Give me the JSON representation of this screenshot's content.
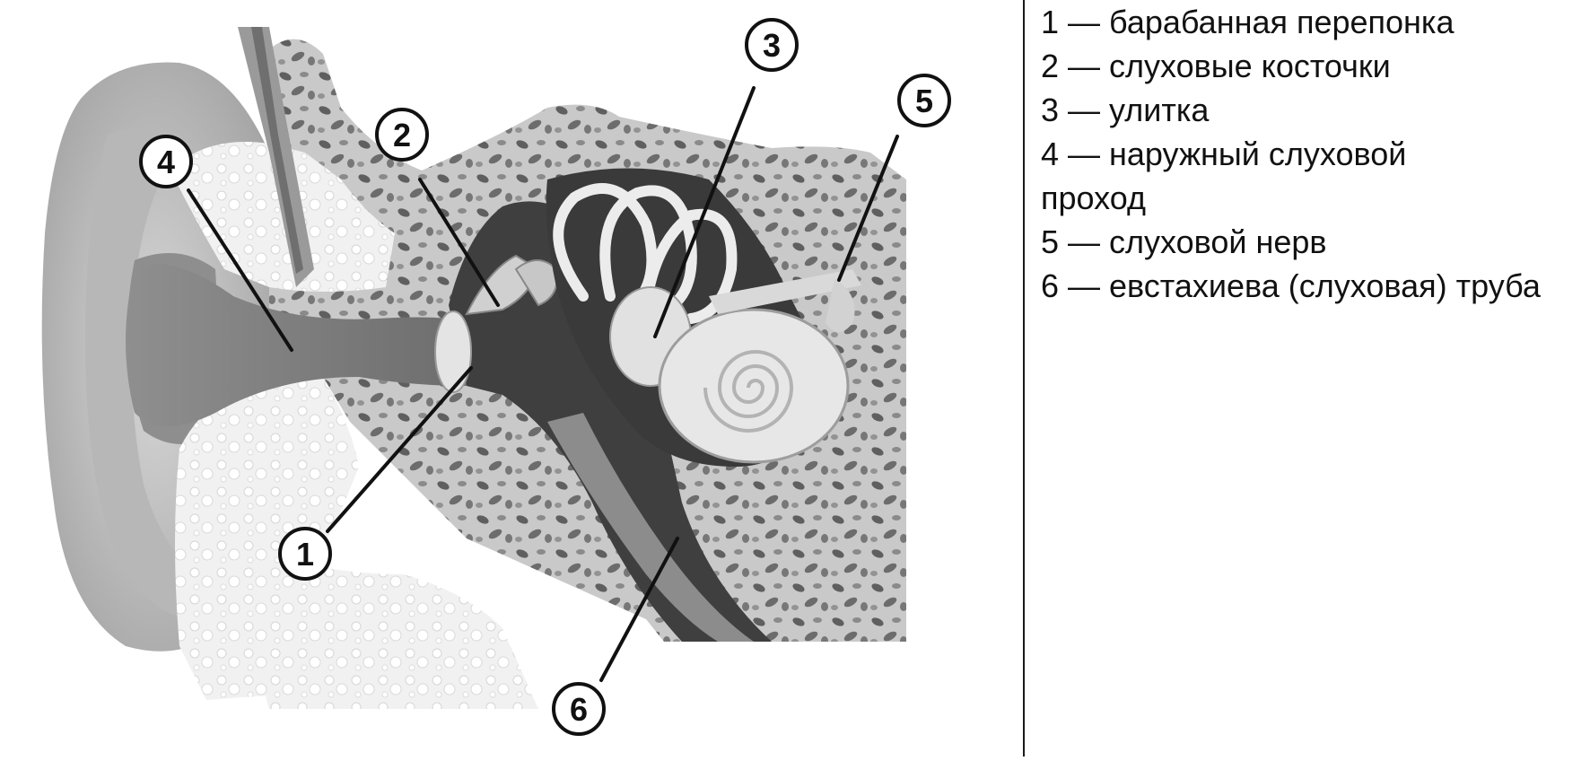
{
  "diagram": {
    "callouts": [
      {
        "id": "1",
        "label": "1"
      },
      {
        "id": "2",
        "label": "2"
      },
      {
        "id": "3",
        "label": "3"
      },
      {
        "id": "4",
        "label": "4"
      },
      {
        "id": "5",
        "label": "5"
      },
      {
        "id": "6",
        "label": "6"
      }
    ]
  },
  "legend": {
    "items": [
      "1 — барабанная перепонка",
      "2 — слуховые косточки",
      "3 — улитка",
      "4 — наружный слуховой проход",
      "5 — слуховой нерв",
      "6 — евстахиева (слуховая) труба"
    ]
  }
}
